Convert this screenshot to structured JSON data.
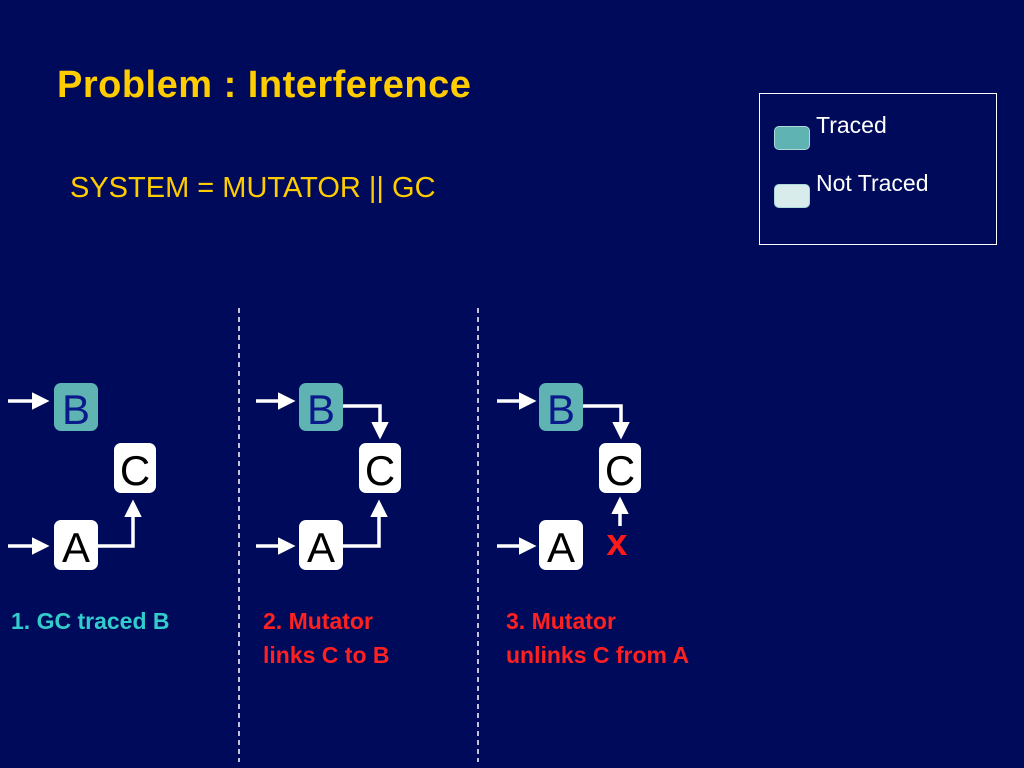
{
  "slide": {
    "title": "Problem : Interference",
    "equation": "SYSTEM = MUTATOR || GC"
  },
  "legend": {
    "items": [
      {
        "label": "Traced",
        "color": "#5fb3b3"
      },
      {
        "label": "Not Traced",
        "color": "#d8ecec"
      }
    ]
  },
  "colors": {
    "background": "#000a5a",
    "title": "#ffcc00",
    "traced": "#5fb3b3",
    "not_traced": "#ffffff",
    "caption_gc": "#33cccc",
    "caption_mutator": "#ff2020",
    "node_text": "#000000",
    "node_text_traced": "#0a1a8a",
    "edge": "#ffffff"
  },
  "panels": [
    {
      "caption": [
        "1. GC traced B"
      ],
      "nodes": {
        "B": "B",
        "C": "C",
        "A": "A"
      }
    },
    {
      "caption": [
        "2. Mutator",
        "links C to B"
      ],
      "nodes": {
        "B": "B",
        "C": "C",
        "A": "A"
      }
    },
    {
      "caption": [
        "3. Mutator",
        "unlinks C from A"
      ],
      "nodes": {
        "B": "B",
        "C": "C",
        "A": "A"
      },
      "cut_mark": "x"
    }
  ]
}
